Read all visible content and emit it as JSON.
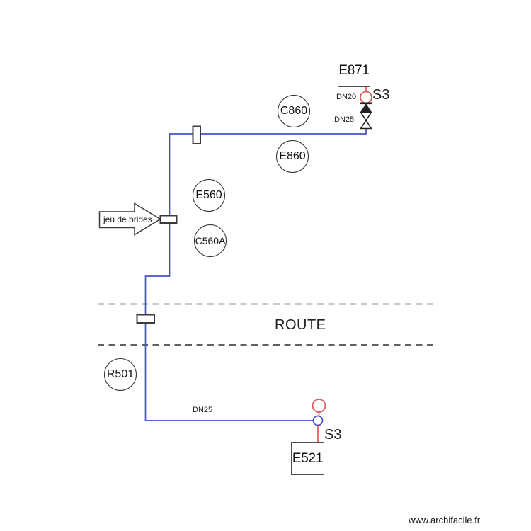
{
  "colors": {
    "pipe-blue": "#4653c4",
    "pipe-red": "#e25757",
    "line-dark": "#2d2d2d"
  },
  "equipment": {
    "e871": "E871",
    "e521": "E521"
  },
  "instruments": {
    "c860": "C860",
    "e860": "E860",
    "e560": "E560",
    "c560a": "C560A",
    "r501": "R501"
  },
  "pipes": {
    "dn20": "DN20",
    "dn25_top": "DN25",
    "dn25_bottom": "DN25"
  },
  "outlets": {
    "s3_top": "S3",
    "s3_bottom": "S3"
  },
  "callout": "jeu de brides",
  "zone": "ROUTE",
  "watermark": "www.archifacile.fr"
}
